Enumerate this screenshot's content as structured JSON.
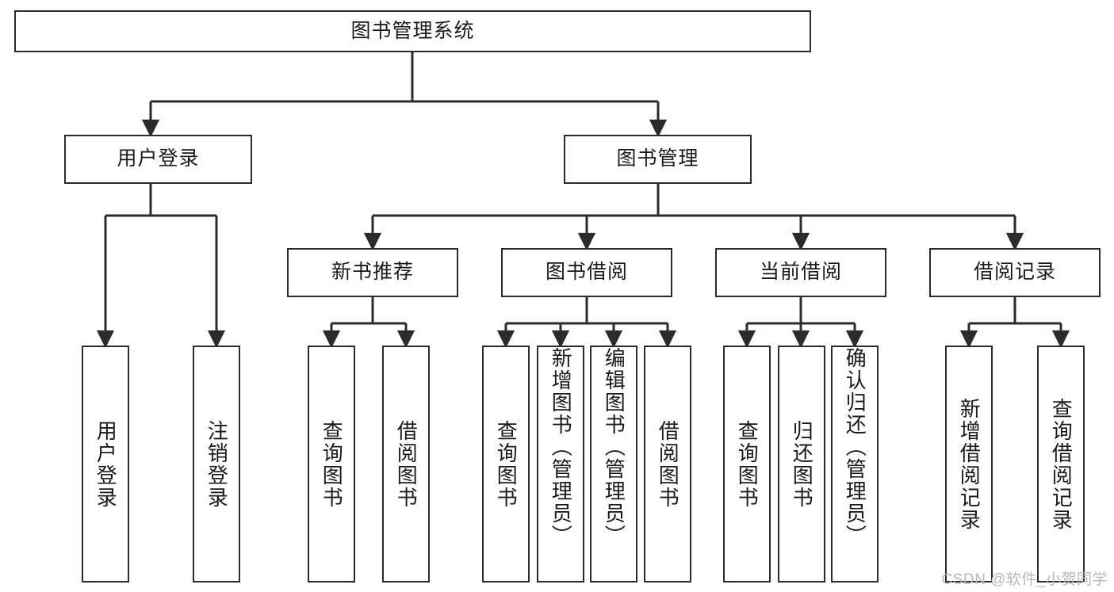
{
  "diagram": {
    "title": "图书管理系统",
    "type": "tree-hierarchy-diagram",
    "colors": {
      "stroke": "#2b2b2b",
      "fill": "#ffffff",
      "text": "#1a1a1a",
      "watermark": "#b9b9b9"
    },
    "root": {
      "label": "图书管理系统"
    },
    "level2": [
      {
        "label": "用户登录"
      },
      {
        "label": "图书管理"
      }
    ],
    "level3": [
      {
        "label": "新书推荐"
      },
      {
        "label": "图书借阅"
      },
      {
        "label": "当前借阅"
      },
      {
        "label": "借阅记录"
      }
    ],
    "leaves": {
      "user_login": [
        {
          "label": "用户登录"
        },
        {
          "label": "注销登录"
        }
      ],
      "new_book_recommend": [
        {
          "label": "查询图书"
        },
        {
          "label": "借阅图书"
        }
      ],
      "book_borrow": [
        {
          "label": "查询图书"
        },
        {
          "label": "新增图书（管理员）"
        },
        {
          "label": "编辑图书（管理员）"
        },
        {
          "label": "借阅图书"
        }
      ],
      "current_borrow": [
        {
          "label": "查询图书"
        },
        {
          "label": "归还图书"
        },
        {
          "label": "确认归还（管理员）"
        }
      ],
      "borrow_record": [
        {
          "label": "新增借阅记录"
        },
        {
          "label": "查询借阅记录"
        }
      ]
    }
  },
  "watermark": {
    "text": "CSDN @软件_小贺同学"
  }
}
